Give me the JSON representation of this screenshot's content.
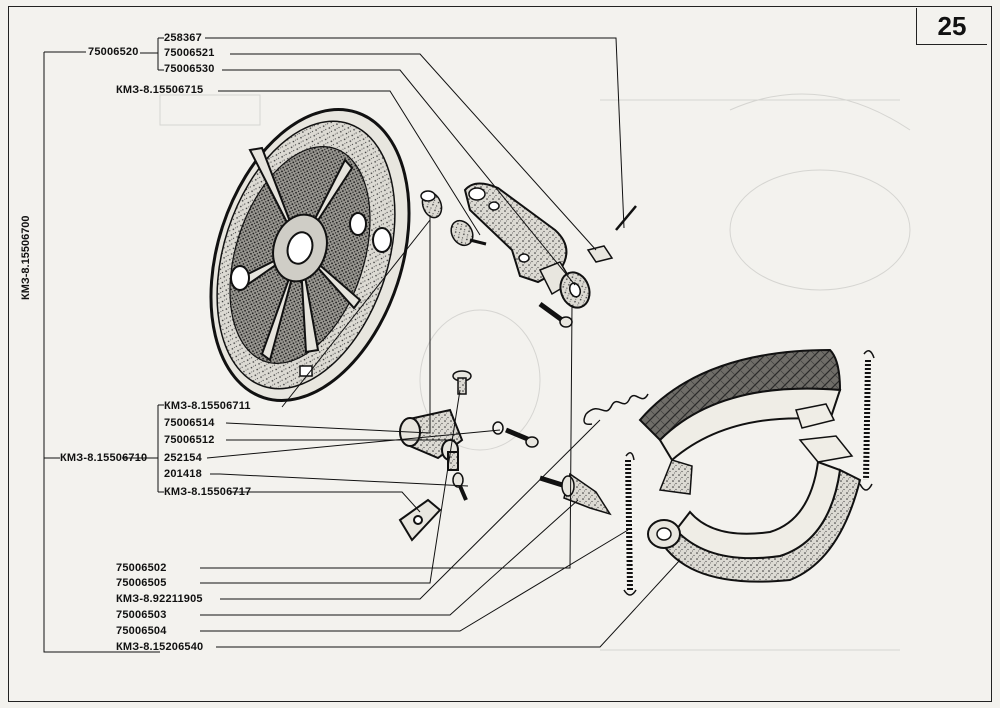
{
  "page_number": "25",
  "assembly_code": "КМЗ-8.15506700",
  "labels": {
    "l_258367": "258367",
    "l_75006520": "75006520",
    "l_75006521": "75006521",
    "l_75006530": "75006530",
    "l_15506715": "КМЗ-8.15506715",
    "l_15506711": "КМЗ-8.15506711",
    "l_75006514": "75006514",
    "l_75006512": "75006512",
    "l_15506710": "КМЗ-8.15506710",
    "l_252154": "252154",
    "l_201418": "201418",
    "l_15506717": "КМЗ-8.15506717",
    "l_75006502": "75006502",
    "l_75006505": "75006505",
    "l_92211905": "КМЗ-8.92211905",
    "l_75006503": "75006503",
    "l_75006504": "75006504",
    "l_15206540": "КМЗ-8.15206540"
  }
}
